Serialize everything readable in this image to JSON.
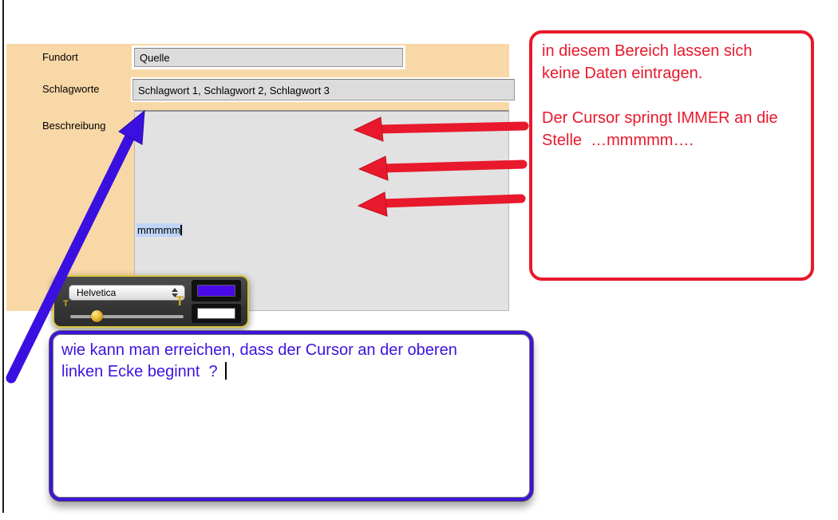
{
  "form": {
    "fields": [
      {
        "label": "Fundort",
        "value": "Quelle"
      },
      {
        "label": "Schlagworte",
        "value": "Schlagwort 1,  Schlagwort 2, Schlagwort 3"
      },
      {
        "label": "Beschreibung",
        "value": "mmmmm"
      }
    ],
    "panel_color": "#F9D8A7"
  },
  "font_panel": {
    "font_name": "Helvetica",
    "size_small_label": "T",
    "size_large_label": "T",
    "swatch_top_color": "#4A09E8",
    "swatch_bottom_color": "#FFFFFF",
    "border_color": "#D9C63D"
  },
  "notes": {
    "red": {
      "color": "#E8192C",
      "para1_line1": "in diesem Bereich lassen sich",
      "para1_line2": "keine Daten eintragen.",
      "para2_line1": "Der Cursor springt IMMER an die",
      "para2_line2": "Stelle  …mmmmm…."
    },
    "blue": {
      "color": "#3D13DC",
      "line1": "wie kann man erreichen, dass der Cursor an der oberen",
      "line2": "linken Ecke beginnt  ? "
    }
  }
}
